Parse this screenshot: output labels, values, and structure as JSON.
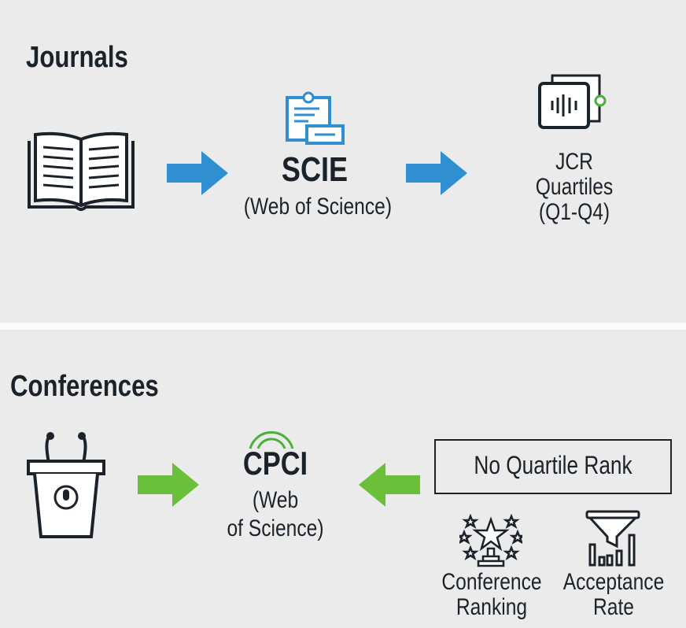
{
  "journals": {
    "heading": "Journals",
    "index_title": "SCIE",
    "index_subtitle": "(Web of Science)",
    "result_lines": [
      "JCR",
      "Quartiles",
      "(Q1-Q4)"
    ]
  },
  "conferences": {
    "heading": "Conferences",
    "index_title": "CPCI",
    "index_subtitle_lines": [
      "(Web",
      "of Science)"
    ],
    "note": "No Quartile Rank",
    "factors": [
      {
        "lines": [
          "Conference",
          "Ranking"
        ]
      },
      {
        "lines": [
          "Acceptance",
          "Rate"
        ]
      }
    ]
  },
  "colors": {
    "blue_arrow": "#2f8fd0",
    "green_arrow": "#6cc039",
    "ink": "#1c2229"
  }
}
